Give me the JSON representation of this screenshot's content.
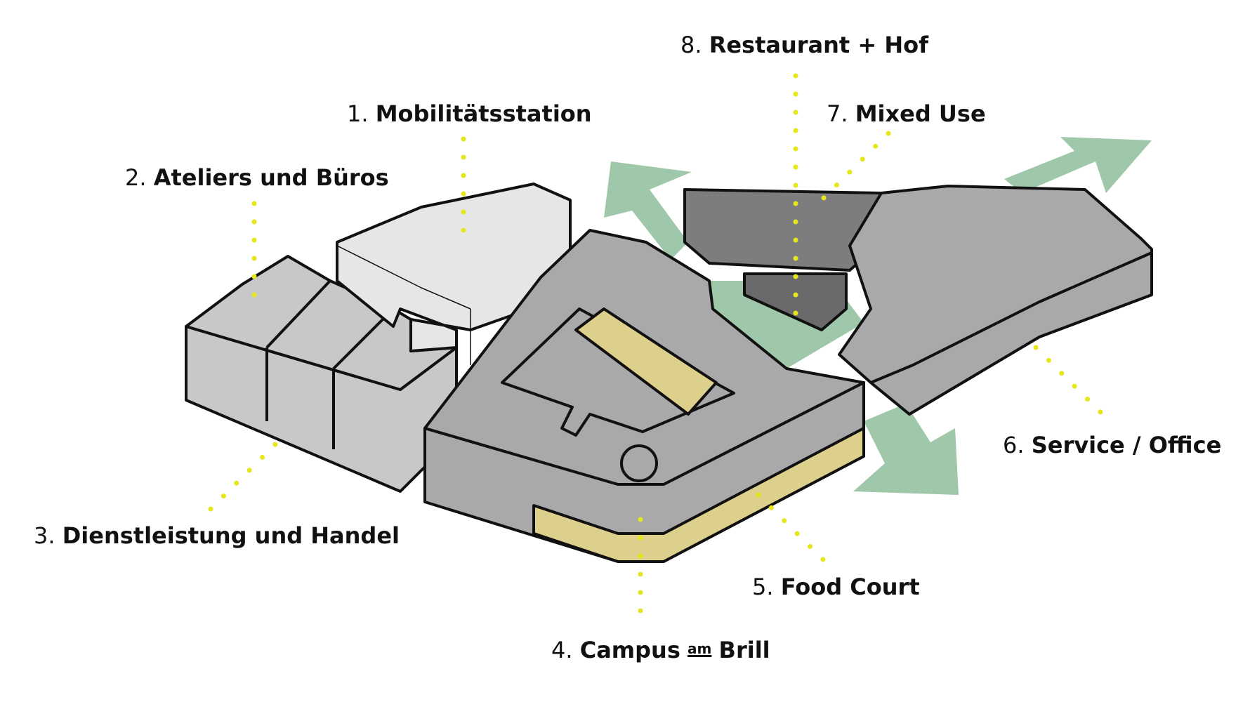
{
  "colors": {
    "building_fill": "#a9a9ab",
    "building_light": "#c8c8c9",
    "mobility_fill": "#e6e6e6",
    "dark_fill": "#7d7d7f",
    "highlight_fill": "#ddd08c",
    "courtyard_green": "#9ec8a9",
    "arrow_green": "#9ec8a9",
    "leader_dots": "#e6e61a",
    "outline": "#111111"
  },
  "labels": [
    {
      "id": "mobilitaetsstation",
      "num": "1.",
      "name": "Mobilitätsstation"
    },
    {
      "id": "ateliers",
      "num": "2.",
      "name": "Ateliers und Büros"
    },
    {
      "id": "dienstleistung",
      "num": "3.",
      "name": "Dienstleistung und Handel"
    },
    {
      "id": "campus",
      "num": "4.",
      "name": "Campus",
      "small": "am",
      "name2": "Brill"
    },
    {
      "id": "foodcourt",
      "num": "5.",
      "name": "Food Court"
    },
    {
      "id": "service",
      "num": "6.",
      "name": "Service / Office"
    },
    {
      "id": "mixeduse",
      "num": "7.",
      "name": "Mixed Use"
    },
    {
      "id": "restaurant",
      "num": "8.",
      "name": "Restaurant + Hof"
    }
  ]
}
